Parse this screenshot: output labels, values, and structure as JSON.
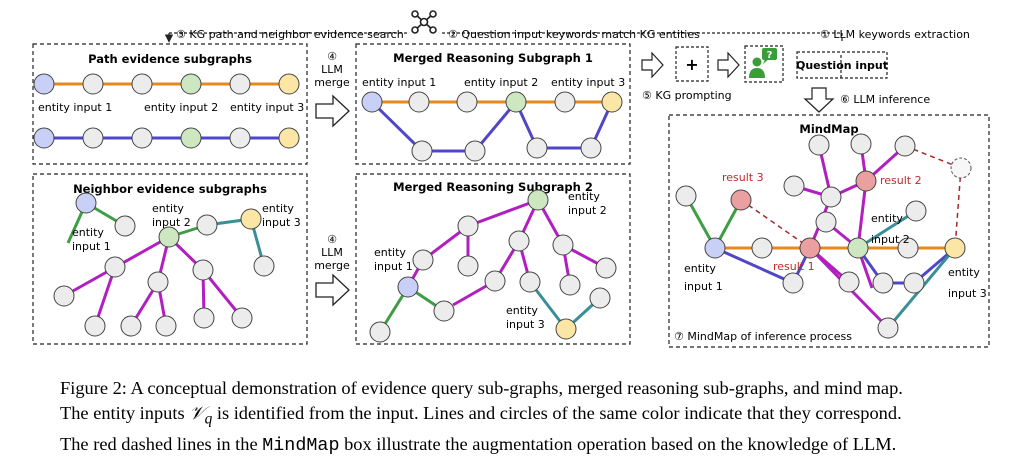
{
  "colors": {
    "orange": "#e8891e",
    "blue_edge": "#5047c8",
    "purple": "#b11fc0",
    "green_edge": "#3f9d45",
    "teal": "#3a8e95",
    "red_dashed": "#a52a2a",
    "node_blue": "#c9d0f7",
    "node_green": "#cde8c0",
    "node_yellow": "#fbe6a6",
    "node_red": "#eaa0a0",
    "node_gray": "#ececec",
    "result_text": "#c0292a"
  },
  "top_bar": {
    "kg_icon": "graph-network-icon",
    "step3": "③ KG path and neighbor evidence search",
    "step2": "② Question input keywords match KG entities",
    "step1": "① LLM keywords extraction"
  },
  "path_panel": {
    "title": "Path evidence subgraphs",
    "labels": [
      "entity input 1",
      "entity input 2",
      "entity input 3"
    ]
  },
  "neighbor_panel": {
    "title": "Neighbor evidence subgraphs",
    "label1": [
      "entity",
      "input 1"
    ],
    "label2": [
      "entity",
      "input 2"
    ],
    "label3": [
      "entity",
      "input 3"
    ]
  },
  "merge_arrow": {
    "lines": [
      "④",
      "LLM",
      "merge"
    ]
  },
  "merged1": {
    "title": "Merged Reasoning Subgraph 1",
    "labels": [
      "entity input 1",
      "entity input 2",
      "entity input 3"
    ]
  },
  "merged2": {
    "title": "Merged Reasoning Subgraph 2",
    "label1": [
      "entity",
      "input 1"
    ],
    "label2": [
      "entity",
      "input 2"
    ],
    "label3": [
      "entity",
      "input 3"
    ]
  },
  "prompting": {
    "plus": "+",
    "step5": "⑤ KG prompting",
    "question_box": "Question input",
    "user_icon": "question-user-icon"
  },
  "step6": "⑥ LLM inference",
  "mindmap": {
    "title": "MindMap",
    "result1": "result 1",
    "result2": "result 2",
    "result3": "result 3",
    "entity1": [
      "entity",
      "input 1"
    ],
    "entity2": [
      "entity",
      "input 2"
    ],
    "entity3": [
      "entity",
      "input 3"
    ],
    "footer": "⑦ MindMap of inference process"
  },
  "caption": {
    "line1": "Figure 2: A conceptual demonstration of evidence query sub-graphs, merged reasoning sub-graphs, and mind map.",
    "line2_a": "The entity inputs ",
    "line2_math": "𝒱",
    "line2_sub": "q",
    "line2_b": " is identified from the input. Lines and circles of the same color indicate that they correspond.",
    "line3_a": "The red dashed lines in the ",
    "line3_code": "MindMap",
    "line3_b": " box illustrate the augmentation operation based on the knowledge of LLM."
  }
}
